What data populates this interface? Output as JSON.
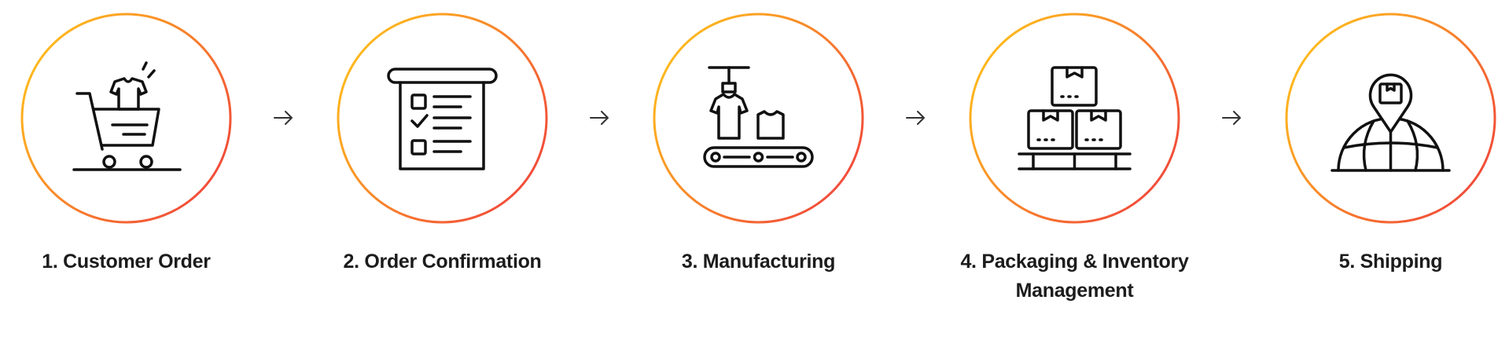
{
  "steps": [
    {
      "label": "1. Customer Order",
      "icon": "shopping-cart-shirt-icon"
    },
    {
      "label": "2. Order Confirmation",
      "icon": "checklist-icon"
    },
    {
      "label": "3. Manufacturing",
      "icon": "conveyor-belt-shirts-icon"
    },
    {
      "label": "4. Packaging & Inventory Management",
      "icon": "stacked-boxes-pallet-icon"
    },
    {
      "label": "5. Shipping",
      "icon": "globe-location-pin-icon"
    }
  ],
  "colors": {
    "ring_start": "#ffc21a",
    "ring_end": "#f0423c",
    "text": "#1c1c1c",
    "icon": "#111111",
    "arrow": "#333333"
  }
}
